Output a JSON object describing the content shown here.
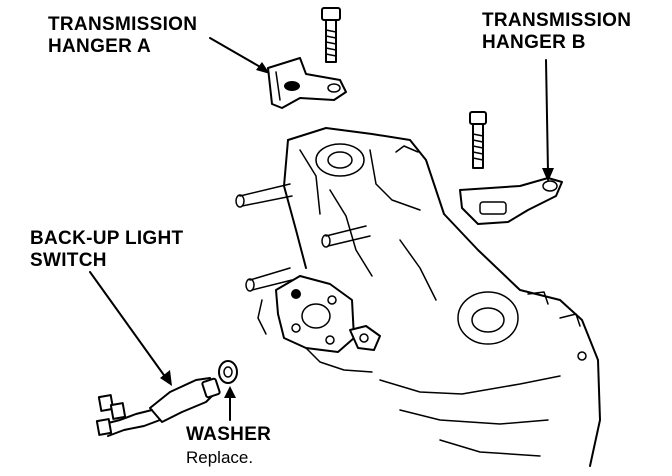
{
  "labels": {
    "hanger_a": {
      "line1": "TRANSMISSION",
      "line2": "HANGER A"
    },
    "hanger_b": {
      "line1": "TRANSMISSION",
      "line2": "HANGER B"
    },
    "backup_switch": {
      "line1": "BACK-UP LIGHT",
      "line2": "SWITCH"
    },
    "washer": {
      "title": "WASHER",
      "note": "Replace."
    }
  },
  "colors": {
    "ink": "#000000",
    "paper": "#ffffff"
  }
}
